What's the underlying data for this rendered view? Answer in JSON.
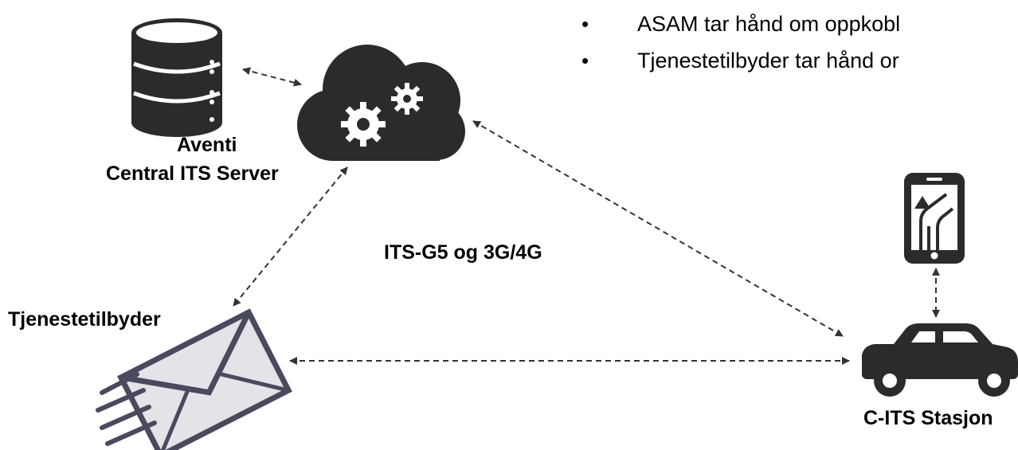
{
  "bullets": [
    "ASAM tar hånd om oppkobl",
    "Tjenestetilbyder tar hånd or"
  ],
  "nodes": {
    "server_label_line1": "Aventi",
    "server_label_line2": "Central ITS Server",
    "provider_label": "Tjenestetilbyder",
    "station_label": "C-ITS Stasjon",
    "link_label": "ITS-G5 og 3G/4G"
  },
  "icons": {
    "database": "database-icon",
    "cloud": "cloud-gears-icon",
    "envelope": "envelope-icon",
    "smartphone": "smartphone-icon",
    "car": "car-icon"
  },
  "colors": {
    "icon_dark": "#2b2b2b",
    "envelope_fill": "#e3e3e8",
    "envelope_stroke": "#4a4a5e"
  }
}
